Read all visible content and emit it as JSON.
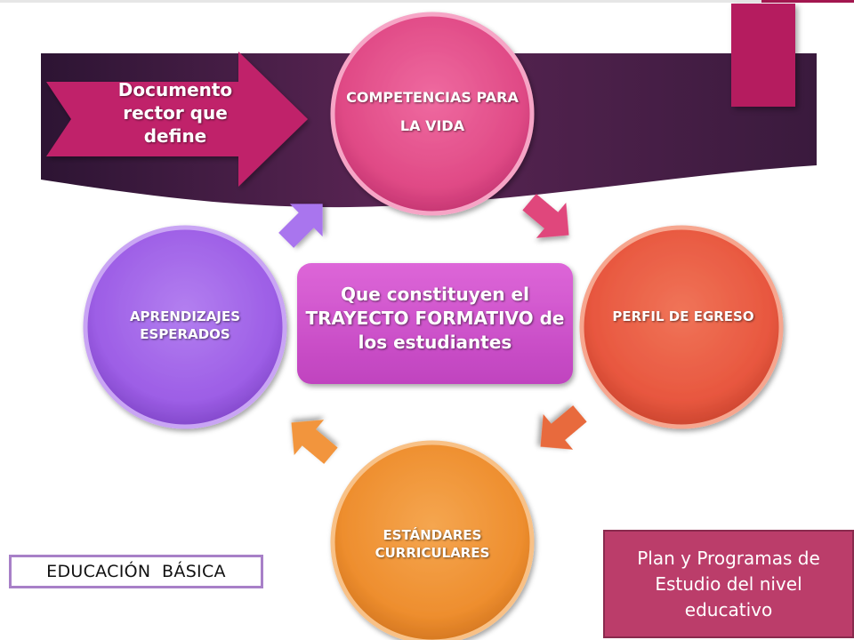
{
  "diagram": {
    "intro_arrow": "Documento rector que define",
    "top_circle": "COMPETENCIAS PARA LA VIDA",
    "left_circle": "APRENDIZAJES ESPERADOS",
    "right_circle": "PERFIL DE EGRESO",
    "bottom_circle": "ESTÁNDARES CURRICULARES",
    "center_box": "Que constituyen el TRAYECTO FORMATIVO de los estudiantes"
  },
  "labels": {
    "education_level": "EDUCACIÓN  BÁSICA",
    "plan_box": "Plan y Programas de Estudio del nivel educativo"
  },
  "colors": {
    "banner": "#4a1f4a",
    "competencias": "#e04a86",
    "perfil": "#e8573f",
    "estandares": "#ee8e2e",
    "aprendizajes": "#9d5ee6",
    "center": "#d04fcc",
    "intro_arrow": "#c0246a"
  }
}
